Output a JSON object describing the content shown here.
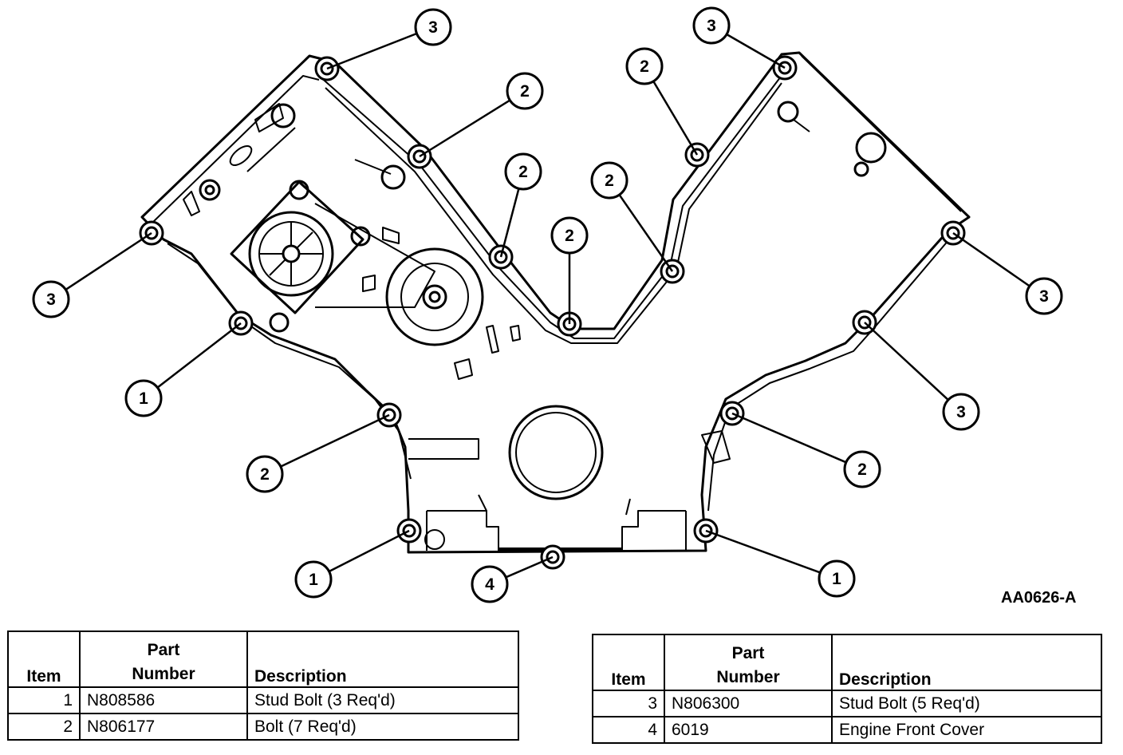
{
  "figure_id": "AA0626-A",
  "callouts": [
    {
      "label": "3",
      "bolt": [
        410,
        86
      ],
      "circle": [
        543,
        34
      ]
    },
    {
      "label": "2",
      "bolt": [
        526,
        196
      ],
      "circle": [
        658,
        114
      ]
    },
    {
      "label": "2",
      "bolt": [
        628,
        322
      ],
      "circle": [
        656,
        215
      ]
    },
    {
      "label": "2",
      "bolt": [
        714,
        406
      ],
      "circle": [
        714,
        295
      ]
    },
    {
      "label": "2",
      "bolt": [
        843,
        340
      ],
      "circle": [
        764,
        226
      ]
    },
    {
      "label": "2",
      "bolt": [
        874,
        194
      ],
      "circle": [
        808,
        83
      ]
    },
    {
      "label": "3",
      "bolt": [
        984,
        85
      ],
      "circle": [
        892,
        32
      ]
    },
    {
      "label": "3",
      "bolt": [
        190,
        292
      ],
      "circle": [
        64,
        375
      ]
    },
    {
      "label": "3",
      "bolt": [
        1195,
        292
      ],
      "circle": [
        1309,
        371
      ]
    },
    {
      "label": "1",
      "bolt": [
        302,
        405
      ],
      "circle": [
        180,
        499
      ]
    },
    {
      "label": "3",
      "bolt": [
        1084,
        404
      ],
      "circle": [
        1205,
        516
      ]
    },
    {
      "label": "2",
      "bolt": [
        488,
        520
      ],
      "circle": [
        332,
        594
      ]
    },
    {
      "label": "2",
      "bolt": [
        918,
        518
      ],
      "circle": [
        1081,
        588
      ]
    },
    {
      "label": "1",
      "bolt": [
        513,
        665
      ],
      "circle": [
        393,
        726
      ]
    },
    {
      "label": "1",
      "bolt": [
        885,
        665
      ],
      "circle": [
        1049,
        725
      ]
    },
    {
      "label": "4",
      "bolt": [
        693,
        698
      ],
      "circle": [
        614,
        732
      ]
    }
  ],
  "tables": [
    {
      "headers": {
        "item": "Item",
        "part_line1": "Part",
        "part_line2": "Number",
        "description": "Description"
      },
      "rows": [
        {
          "item": "1",
          "part": "N808586",
          "description": "Stud Bolt (3 Req'd)"
        },
        {
          "item": "2",
          "part": "N806177",
          "description": "Bolt (7 Req'd)"
        }
      ]
    },
    {
      "headers": {
        "item": "Item",
        "part_line1": "Part",
        "part_line2": "Number",
        "description": "Description"
      },
      "rows": [
        {
          "item": "3",
          "part": "N806300",
          "description": "Stud Bolt (5 Req'd)"
        },
        {
          "item": "4",
          "part": "6019",
          "description": "Engine Front Cover"
        }
      ]
    }
  ]
}
